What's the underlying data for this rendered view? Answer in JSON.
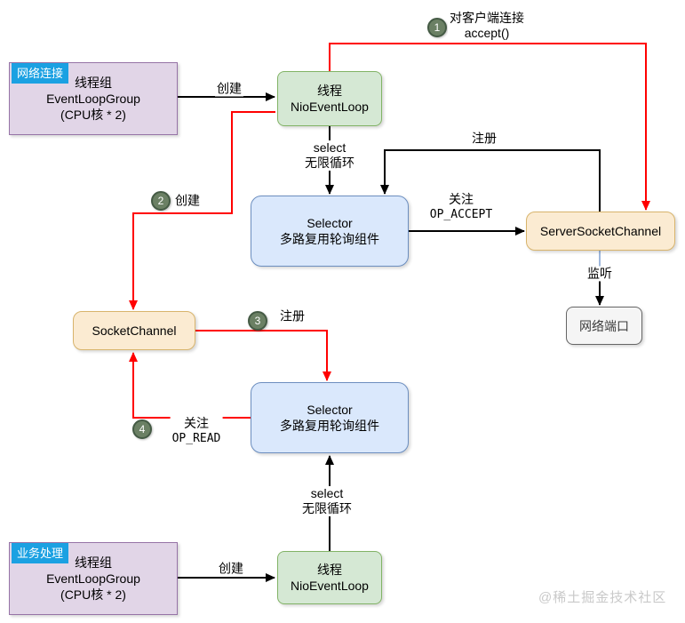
{
  "nodes": {
    "boss_group": {
      "tag": "网络连接",
      "lines": [
        "线程组",
        "EventLoopGroup",
        "(CPU核 * 2)"
      ]
    },
    "worker_group": {
      "tag": "业务处理",
      "lines": [
        "线程组",
        "EventLoopGroup",
        "(CPU核 * 2)"
      ]
    },
    "boss_loop": {
      "lines": [
        "线程",
        "NioEventLoop"
      ]
    },
    "worker_loop": {
      "lines": [
        "线程",
        "NioEventLoop"
      ]
    },
    "selector_accept": {
      "lines": [
        "Selector",
        "多路复用轮询组件"
      ]
    },
    "selector_read": {
      "lines": [
        "Selector",
        "多路复用轮询组件"
      ]
    },
    "server_socket_channel": {
      "label": "ServerSocketChannel"
    },
    "socket_channel": {
      "label": "SocketChannel"
    },
    "network_port": {
      "label": "网络端口"
    }
  },
  "edges": {
    "create_top": {
      "label": "创建"
    },
    "create_bottom": {
      "label": "创建"
    },
    "select_top": {
      "lines": [
        "select",
        "无限循环"
      ]
    },
    "select_bottom": {
      "lines": [
        "select",
        "无限循环"
      ]
    },
    "register_top": {
      "label": "注册"
    },
    "op_accept": {
      "lines": [
        "关注",
        "OP_ACCEPT"
      ]
    },
    "listen": {
      "label": "监听"
    }
  },
  "steps": {
    "step1": {
      "num": "1",
      "lines": [
        "对客户端连接",
        "accept()"
      ]
    },
    "step2": {
      "num": "2",
      "label": "创建"
    },
    "step3": {
      "num": "3",
      "label": "注册"
    },
    "step4": {
      "num": "4",
      "lines": [
        "关注",
        "OP_READ"
      ]
    }
  },
  "watermark": "@稀土掘金技术社区",
  "colors": {
    "flow_red": "#FF0000",
    "flow_black": "#000000",
    "listen_blue": "#9FB8DC",
    "tag_blue": "#1BA1E2",
    "badge_green": "#6B8064",
    "purple_fill": "#E1D5E7",
    "purple_border": "#9673A6",
    "green_fill": "#D5E8D4",
    "green_border": "#82B366",
    "blue_fill": "#DAE8FC",
    "blue_border": "#6C8EBF",
    "orange_fill": "#FBEBD2",
    "orange_border": "#D8B46C",
    "gray_fill": "#F5F5F5",
    "gray_border": "#666666"
  }
}
